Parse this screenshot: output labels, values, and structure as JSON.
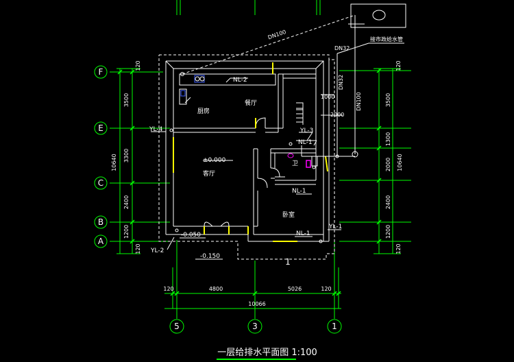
{
  "drawing": {
    "title": "一层给排水平面图 1:100",
    "colors": {
      "background": "#000000",
      "wall": "#ffffff",
      "grid": "#00ff00",
      "pipe": "#ffffff",
      "window": "#ffff00",
      "fixture": "#ff00ff",
      "fixture_blue": "#4060ff"
    }
  },
  "axes": {
    "rows": [
      "F",
      "E",
      "C",
      "B",
      "A"
    ],
    "columns": [
      "5",
      "3",
      "1"
    ]
  },
  "dimensions": {
    "left": [
      "120",
      "3500",
      "3300",
      "2400",
      "1200",
      "120"
    ],
    "left_total": "10640",
    "right": [
      "120",
      "3500",
      "1300",
      "2000",
      "2400",
      "1200",
      "120"
    ],
    "right_total": "10640",
    "bottom": [
      "120",
      "4800",
      "5026",
      "120"
    ],
    "bottom_total": "10066"
  },
  "labels": {
    "dn100_diag": "DN100",
    "dn32_top": "DN32",
    "dn32_vert": "DN32",
    "dn100_vert": "DN100",
    "municipal": "接市政给水管",
    "nl2": "NL-2",
    "yl4": "YL-4",
    "kitchen": "厨房",
    "dining": "餐厅",
    "living": "客厅",
    "elev_main": "±0.000",
    "dim_1000": "1000",
    "dim_2000": "2000",
    "yl3": "YL-3",
    "nl1_a": "NL-1",
    "toilet": "卫",
    "nl1_b": "NL-1",
    "bedroom": "卧室",
    "nl1_c": "NL-1",
    "yl1": "YL-1",
    "elev_050": "-0.050",
    "yl2": "YL-2",
    "elev_150": "-0.150",
    "section_mark": "1"
  }
}
